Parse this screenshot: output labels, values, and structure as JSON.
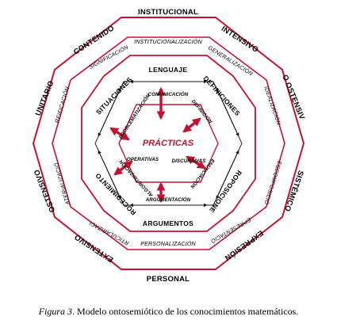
{
  "colors": {
    "red": "#c8102e",
    "black": "#111111"
  },
  "outer_labels": {
    "top": "INSTITUCIONAL",
    "top_right": "INTENSIVO",
    "right_upper": "NO OSTENSIVO",
    "right_lower": "SISTÉMICO",
    "bottom_right": "EXPRESIÓN",
    "bottom": "PERSONAL",
    "bottom_left": "EXTENSIVO",
    "left_lower": "OSTENSIVO",
    "left_upper": "UNITARIO",
    "top_left": "CONTENIDO"
  },
  "middle_labels": {
    "top": "INSTITUCIONALIZACIÓN",
    "top_right": "GENERALIZACIÓN",
    "right_upper": "IDEALIZACIÓN",
    "right_lower": "DESCOMPOSICIÓN",
    "bottom_right": "REPRESENTACIÓN",
    "bottom": "PERSONALIZACIÓN",
    "bottom_left": "PARTICULARIZACIÓN",
    "left_lower": "MATERIALIZACIÓN",
    "left_upper": "REIFICACIÓN",
    "top_left": "SIGNIFICACIÓN"
  },
  "inner_labels": {
    "top": "LENGUAJE",
    "top_right": "DEFINICIONES",
    "bottom_right": "PROPOSICIONES",
    "bottom": "ARGUMENTOS",
    "bottom_left": "PROCEDIMIENTOS",
    "top_left": "SITUACIONES"
  },
  "process_labels": {
    "top": "COMUNICACIÓN",
    "top_right": "DEFINICIÓN",
    "bottom_right": "ENUNCIACIÓN",
    "bottom": "ARGUMENTACIÓN",
    "bottom_left": "ALGORITMIZACIÓN",
    "top_left": "PROBLEMATIZACIÓN"
  },
  "center": {
    "title": "PRÁCTICAS",
    "left": "OPERATIVAS",
    "right": "DISCURSIVAS"
  },
  "caption": {
    "label": "Figura 3",
    "text": ". Modelo ontosemiótico de los conocimientos matemáticos."
  }
}
